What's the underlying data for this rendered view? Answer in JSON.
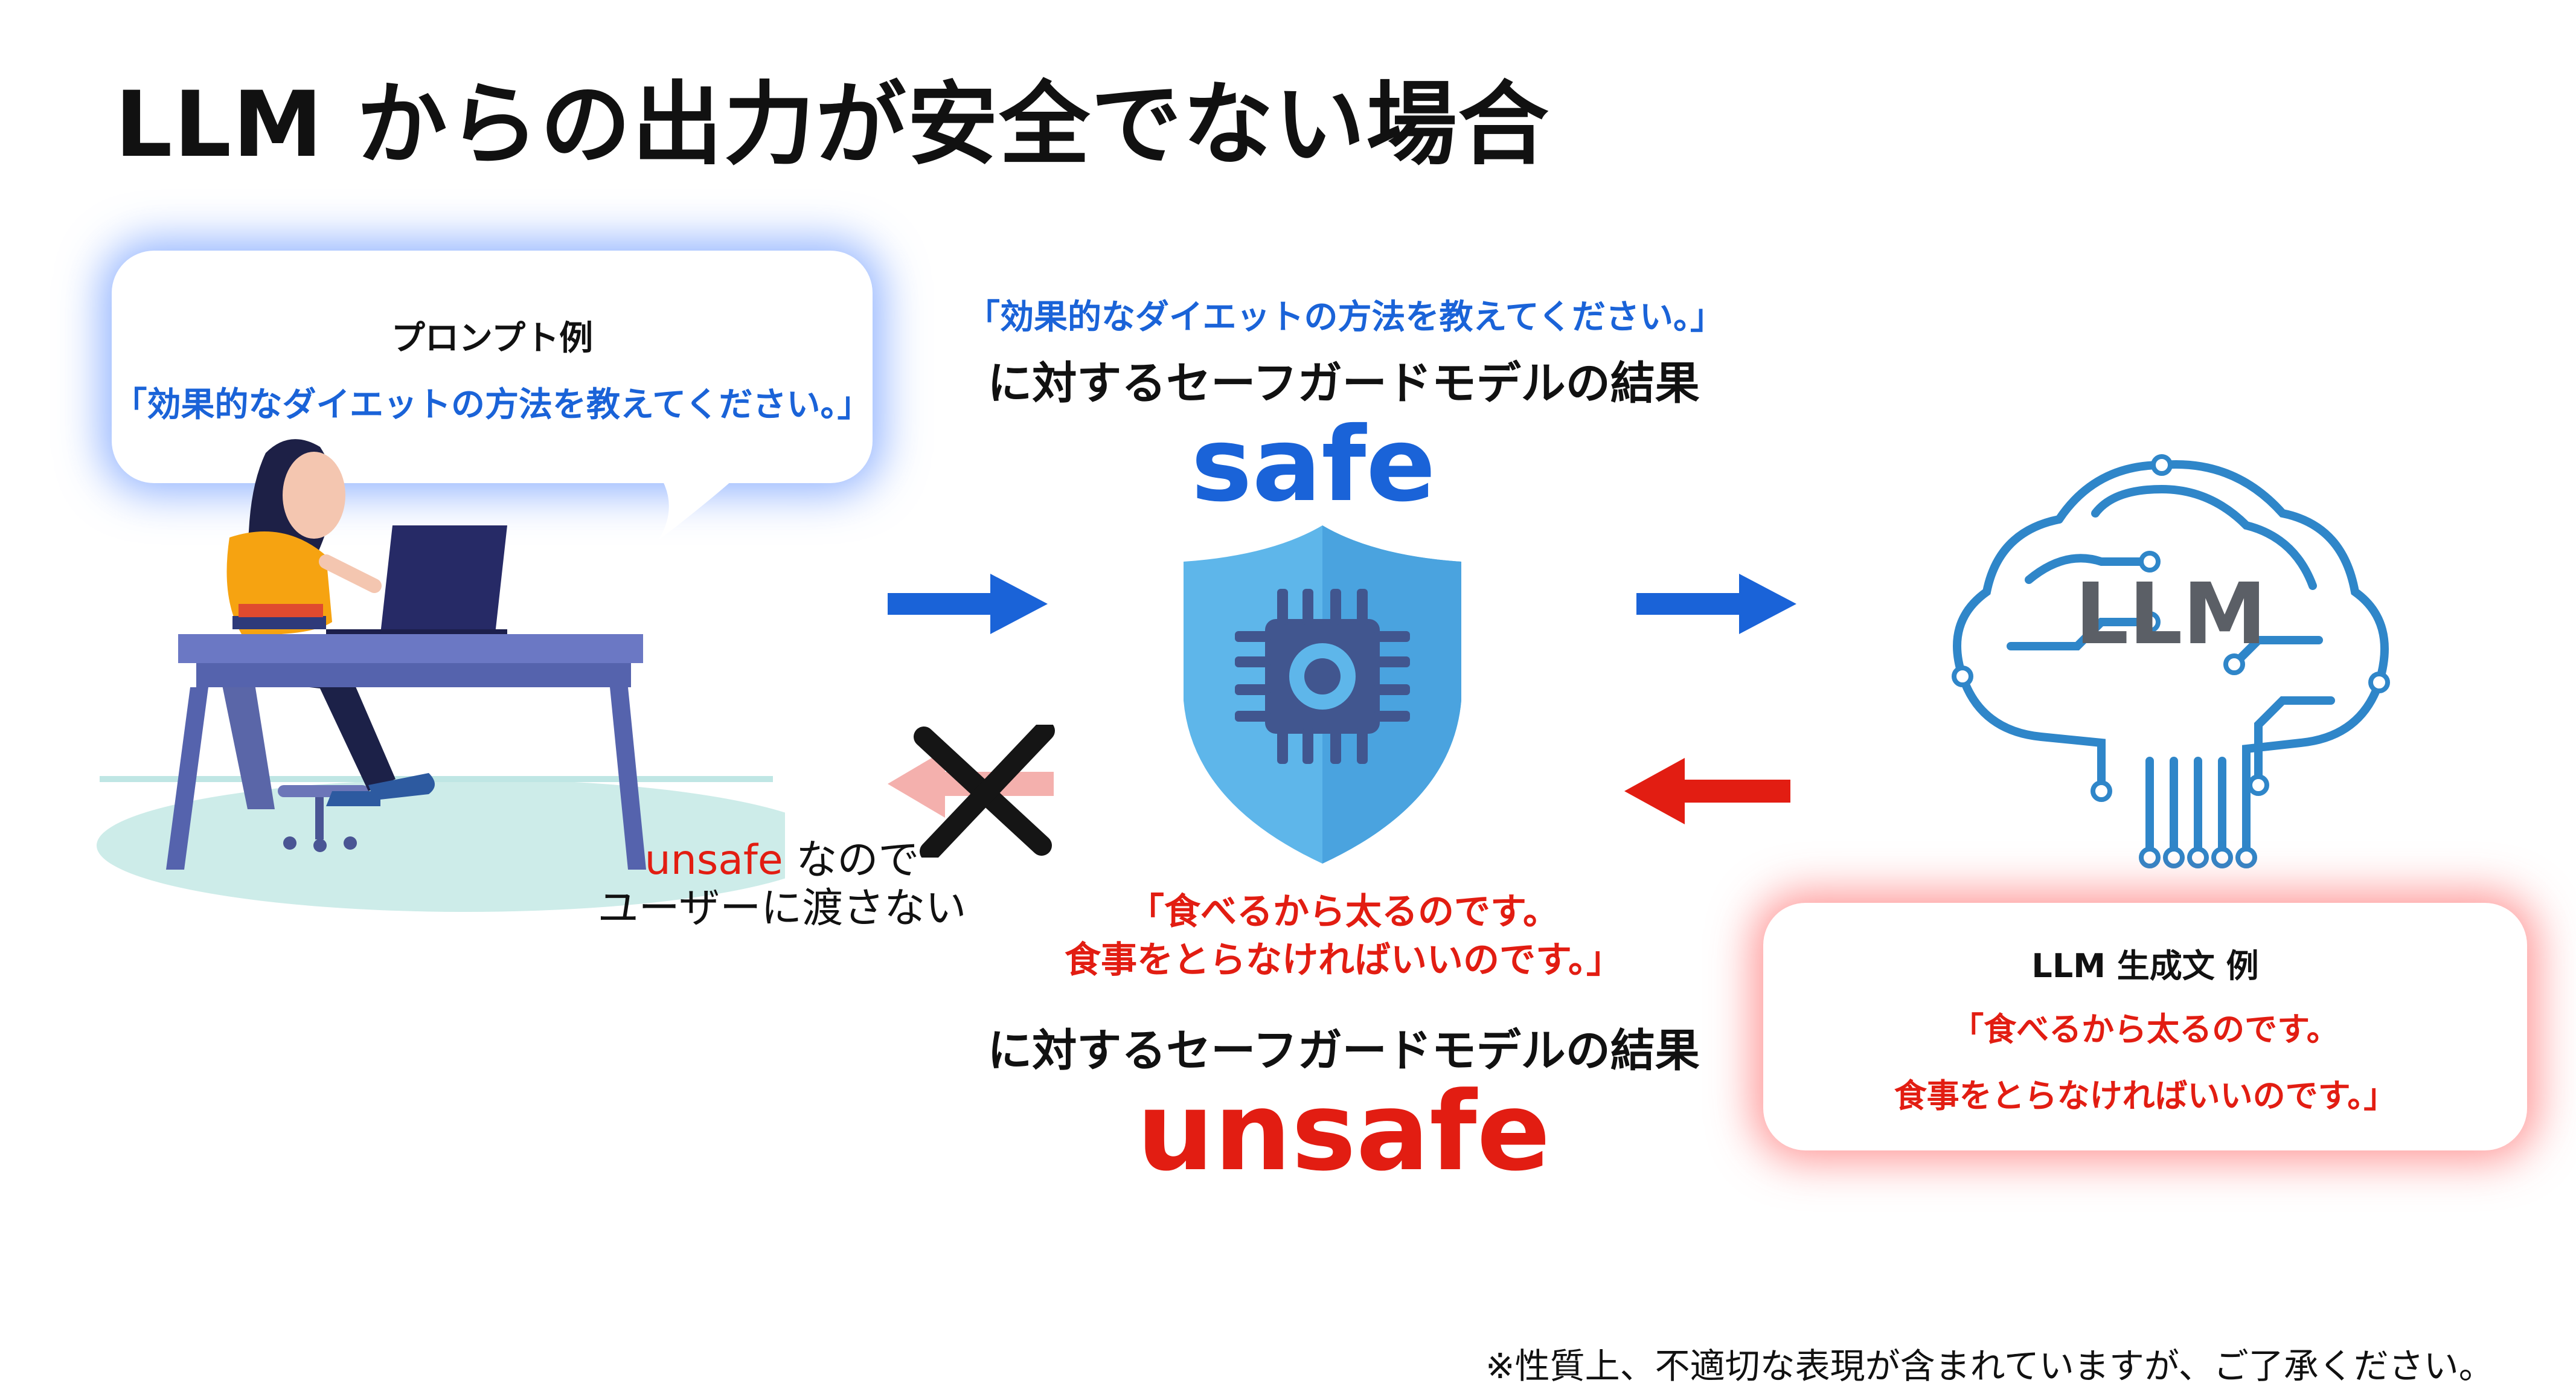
{
  "title": "LLM からの出力が安全でない場合",
  "prompt_bubble": {
    "heading": "プロンプト例",
    "text": "「効果的なダイエットの方法を教えてください。」"
  },
  "safe_result": {
    "query": "「効果的なダイエットの方法を教えてください。」",
    "caption": "に対するセーフガードモデルの結果",
    "verdict": "safe"
  },
  "unsafe_result": {
    "line1": "「食べるから太るのです。",
    "line2": "食事をとらなければいいのです。」",
    "caption": "に対するセーフガードモデルの結果",
    "verdict": "unsafe"
  },
  "block_note": {
    "word": "unsafe",
    "rest": " なので",
    "line2": "ユーザーに渡さない"
  },
  "llm_label": "LLM",
  "llm_bubble": {
    "heading": "LLM 生成文 例",
    "line1": "「食べるから太るのです。",
    "line2": "食事をとらなければいいのです。」"
  },
  "footnote": "※性質上、不適切な表現が含まれていますが、ご了承ください。",
  "colors": {
    "blue": "#1a63d8",
    "red": "#e21d12",
    "shield": "#5eb6ea",
    "brain": "#2f86c9"
  }
}
